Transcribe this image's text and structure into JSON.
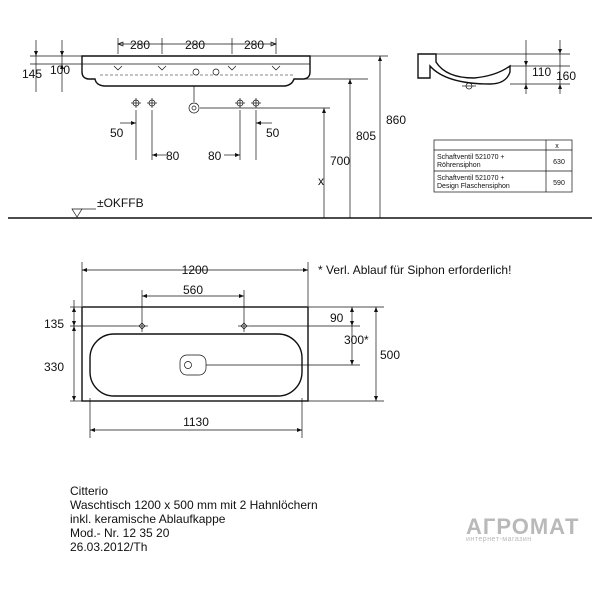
{
  "top_view": {
    "spacing": [
      "280",
      "280",
      "280"
    ],
    "left_heights": [
      "145",
      "100"
    ],
    "tap_offsets": [
      "50",
      "80",
      "80",
      "50"
    ],
    "heights": [
      "700",
      "805",
      "860"
    ],
    "x_label": "x",
    "floor_label": "±OKFFB"
  },
  "side_view": {
    "dims": [
      "110",
      "160"
    ]
  },
  "table": {
    "header": "x",
    "rows": [
      {
        "label_line1": "Schaftventil 521070 +",
        "label_line2": "Röhrensiphon",
        "value": "630"
      },
      {
        "label_line1": "Schaftventil 521070 +",
        "label_line2": "Design Flaschensiphon",
        "value": "590"
      }
    ]
  },
  "plan_view": {
    "width": "1200",
    "tap_spacing": "560",
    "left_top": "135",
    "left_bottom": "330",
    "right_90": "90",
    "right_300": "300*",
    "right_500": "500",
    "bottom": "1130",
    "note": "* Verl. Ablauf für Siphon erforderlich!"
  },
  "caption": {
    "lines": [
      "Citterio",
      "Waschtisch 1200 x 500 mm mit 2 Hahnlöchern",
      "inkl. keramische Ablaufkappe",
      "Mod.- Nr. 12 35 20",
      "26.03.2012/Th"
    ]
  },
  "watermark": {
    "brand": "АГРОМАТ",
    "sub": "интернет-магазин"
  }
}
